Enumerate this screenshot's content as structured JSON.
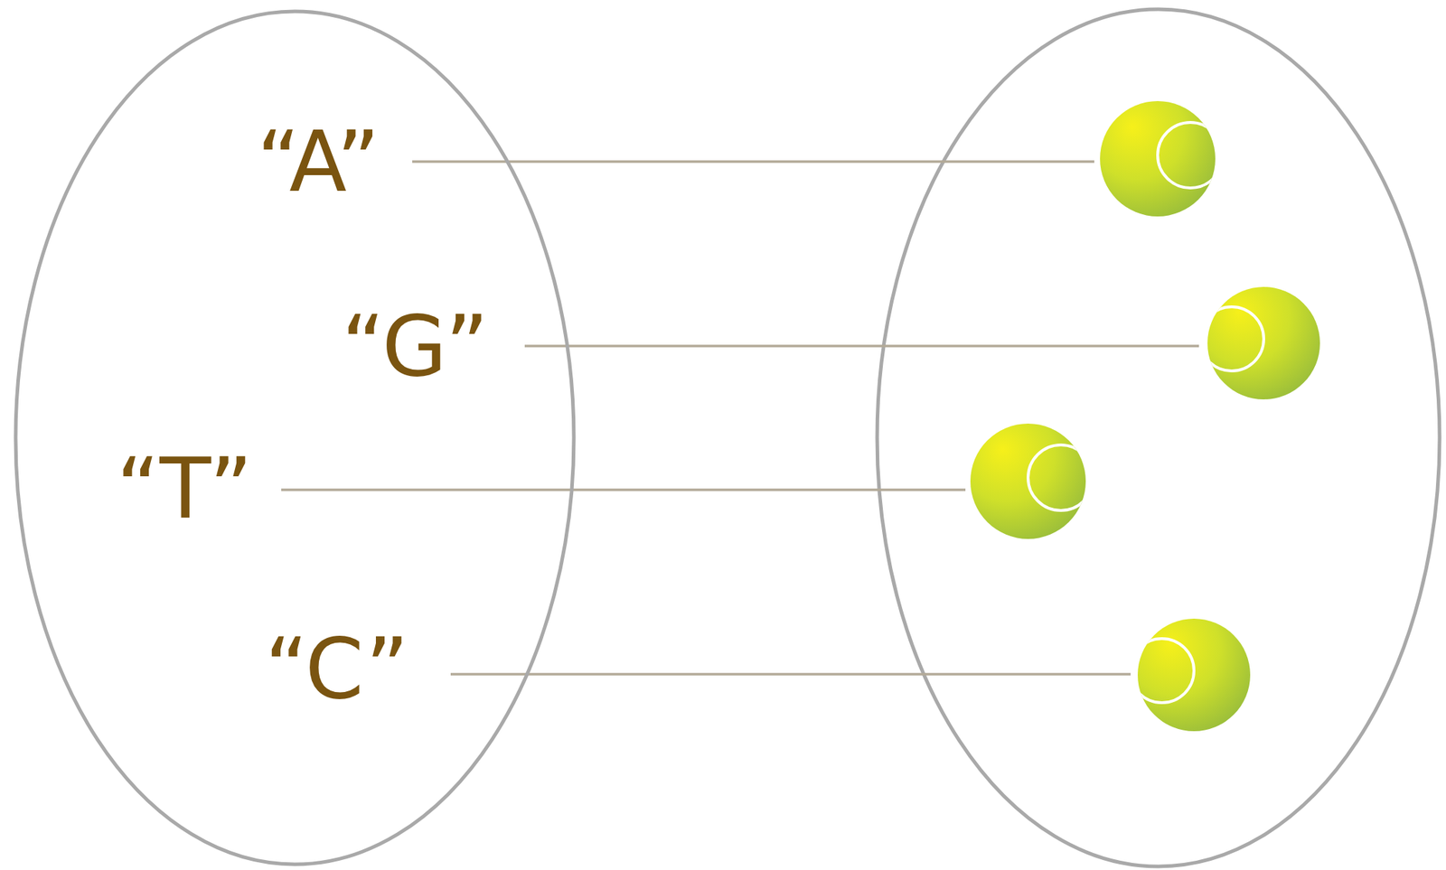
{
  "diagram": {
    "nodes": [
      {
        "text": [
          "“A”",
          "“G”",
          "“T”",
          "“C”"
        ]
      }
    ]
  }
}
